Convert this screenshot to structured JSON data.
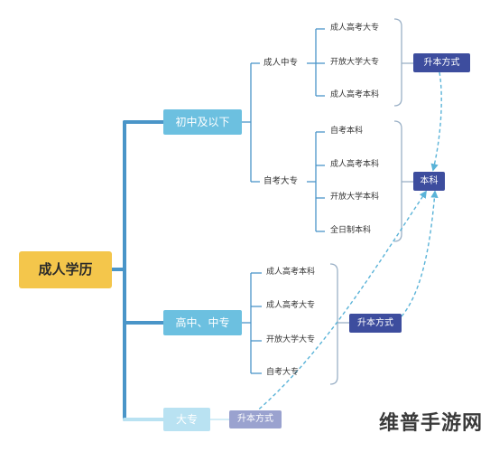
{
  "root": {
    "label": "成人学历"
  },
  "branches": {
    "b1": {
      "label": "初中及以下",
      "sub1": {
        "label": "成人中专",
        "leaves": [
          "成人高考大专",
          "开放大学大专",
          "成人高考本科"
        ]
      },
      "sub2": {
        "label": "自考大专",
        "leaves": [
          "自考本科",
          "成人高考本科",
          "开放大学本科",
          "全日制本科"
        ]
      }
    },
    "b2": {
      "label": "高中、中专",
      "leaves": [
        "成人高考本科",
        "成人高考大专",
        "开放大学大专",
        "自考大专"
      ]
    },
    "b3": {
      "label": "大专"
    }
  },
  "methods": {
    "m1": "升本方式",
    "m2": "本科",
    "m3": "升本方式",
    "m4": "升本方式"
  },
  "watermark": "维普手游网",
  "colors": {
    "line": "#4a95c8",
    "bracket": "#9ab0c6",
    "dashed": "#5ab3d8",
    "root_bg": "#f4c64b",
    "level1_bg": "#6cc0e0",
    "method_bg": "#3d4d9e"
  }
}
